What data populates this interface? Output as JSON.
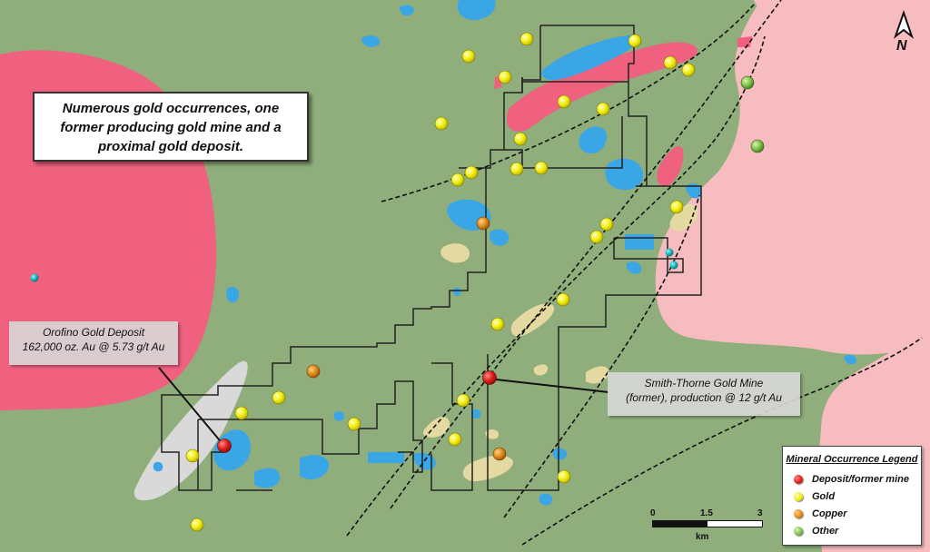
{
  "callout_main": {
    "lines": [
      "Numerous gold occurrences, one",
      "former producing gold mine and a",
      "proximal gold deposit."
    ]
  },
  "label_orofino": {
    "line1": "Orofino Gold Deposit",
    "line2": "162,000 oz. Au @ 5.73 g/t Au"
  },
  "label_smith": {
    "line1": "Smith-Thorne Gold Mine",
    "line2": "(former), production @ 12 g/t Au"
  },
  "legend": {
    "title": "Mineral Occurrence Legend",
    "items": [
      {
        "label": "Deposit/former mine",
        "color": "#e0201c"
      },
      {
        "label": "Gold",
        "color": "#f2ee10"
      },
      {
        "label": "Copper",
        "color": "#e08a1a"
      },
      {
        "label": "Other",
        "color": "#7fc24a"
      }
    ]
  },
  "scalebar": {
    "tick0": "0",
    "tick1": "1.5",
    "tick2": "3",
    "unit": "km"
  },
  "north_arrow": {
    "letter": "N"
  },
  "colors": {
    "background": "#8fae7c",
    "intrusive_pink": "#f0617f",
    "light_pink": "#f6bcc0",
    "water_blue": "#3aa6e6",
    "pale_yellow": "#e5d9a2",
    "grey_zone": "#d9d9d9",
    "gold": "#f2ee10",
    "deposit": "#e0201c",
    "copper": "#e08a1a",
    "other": "#7fc24a",
    "cyan_marker": "#17b5c0"
  }
}
